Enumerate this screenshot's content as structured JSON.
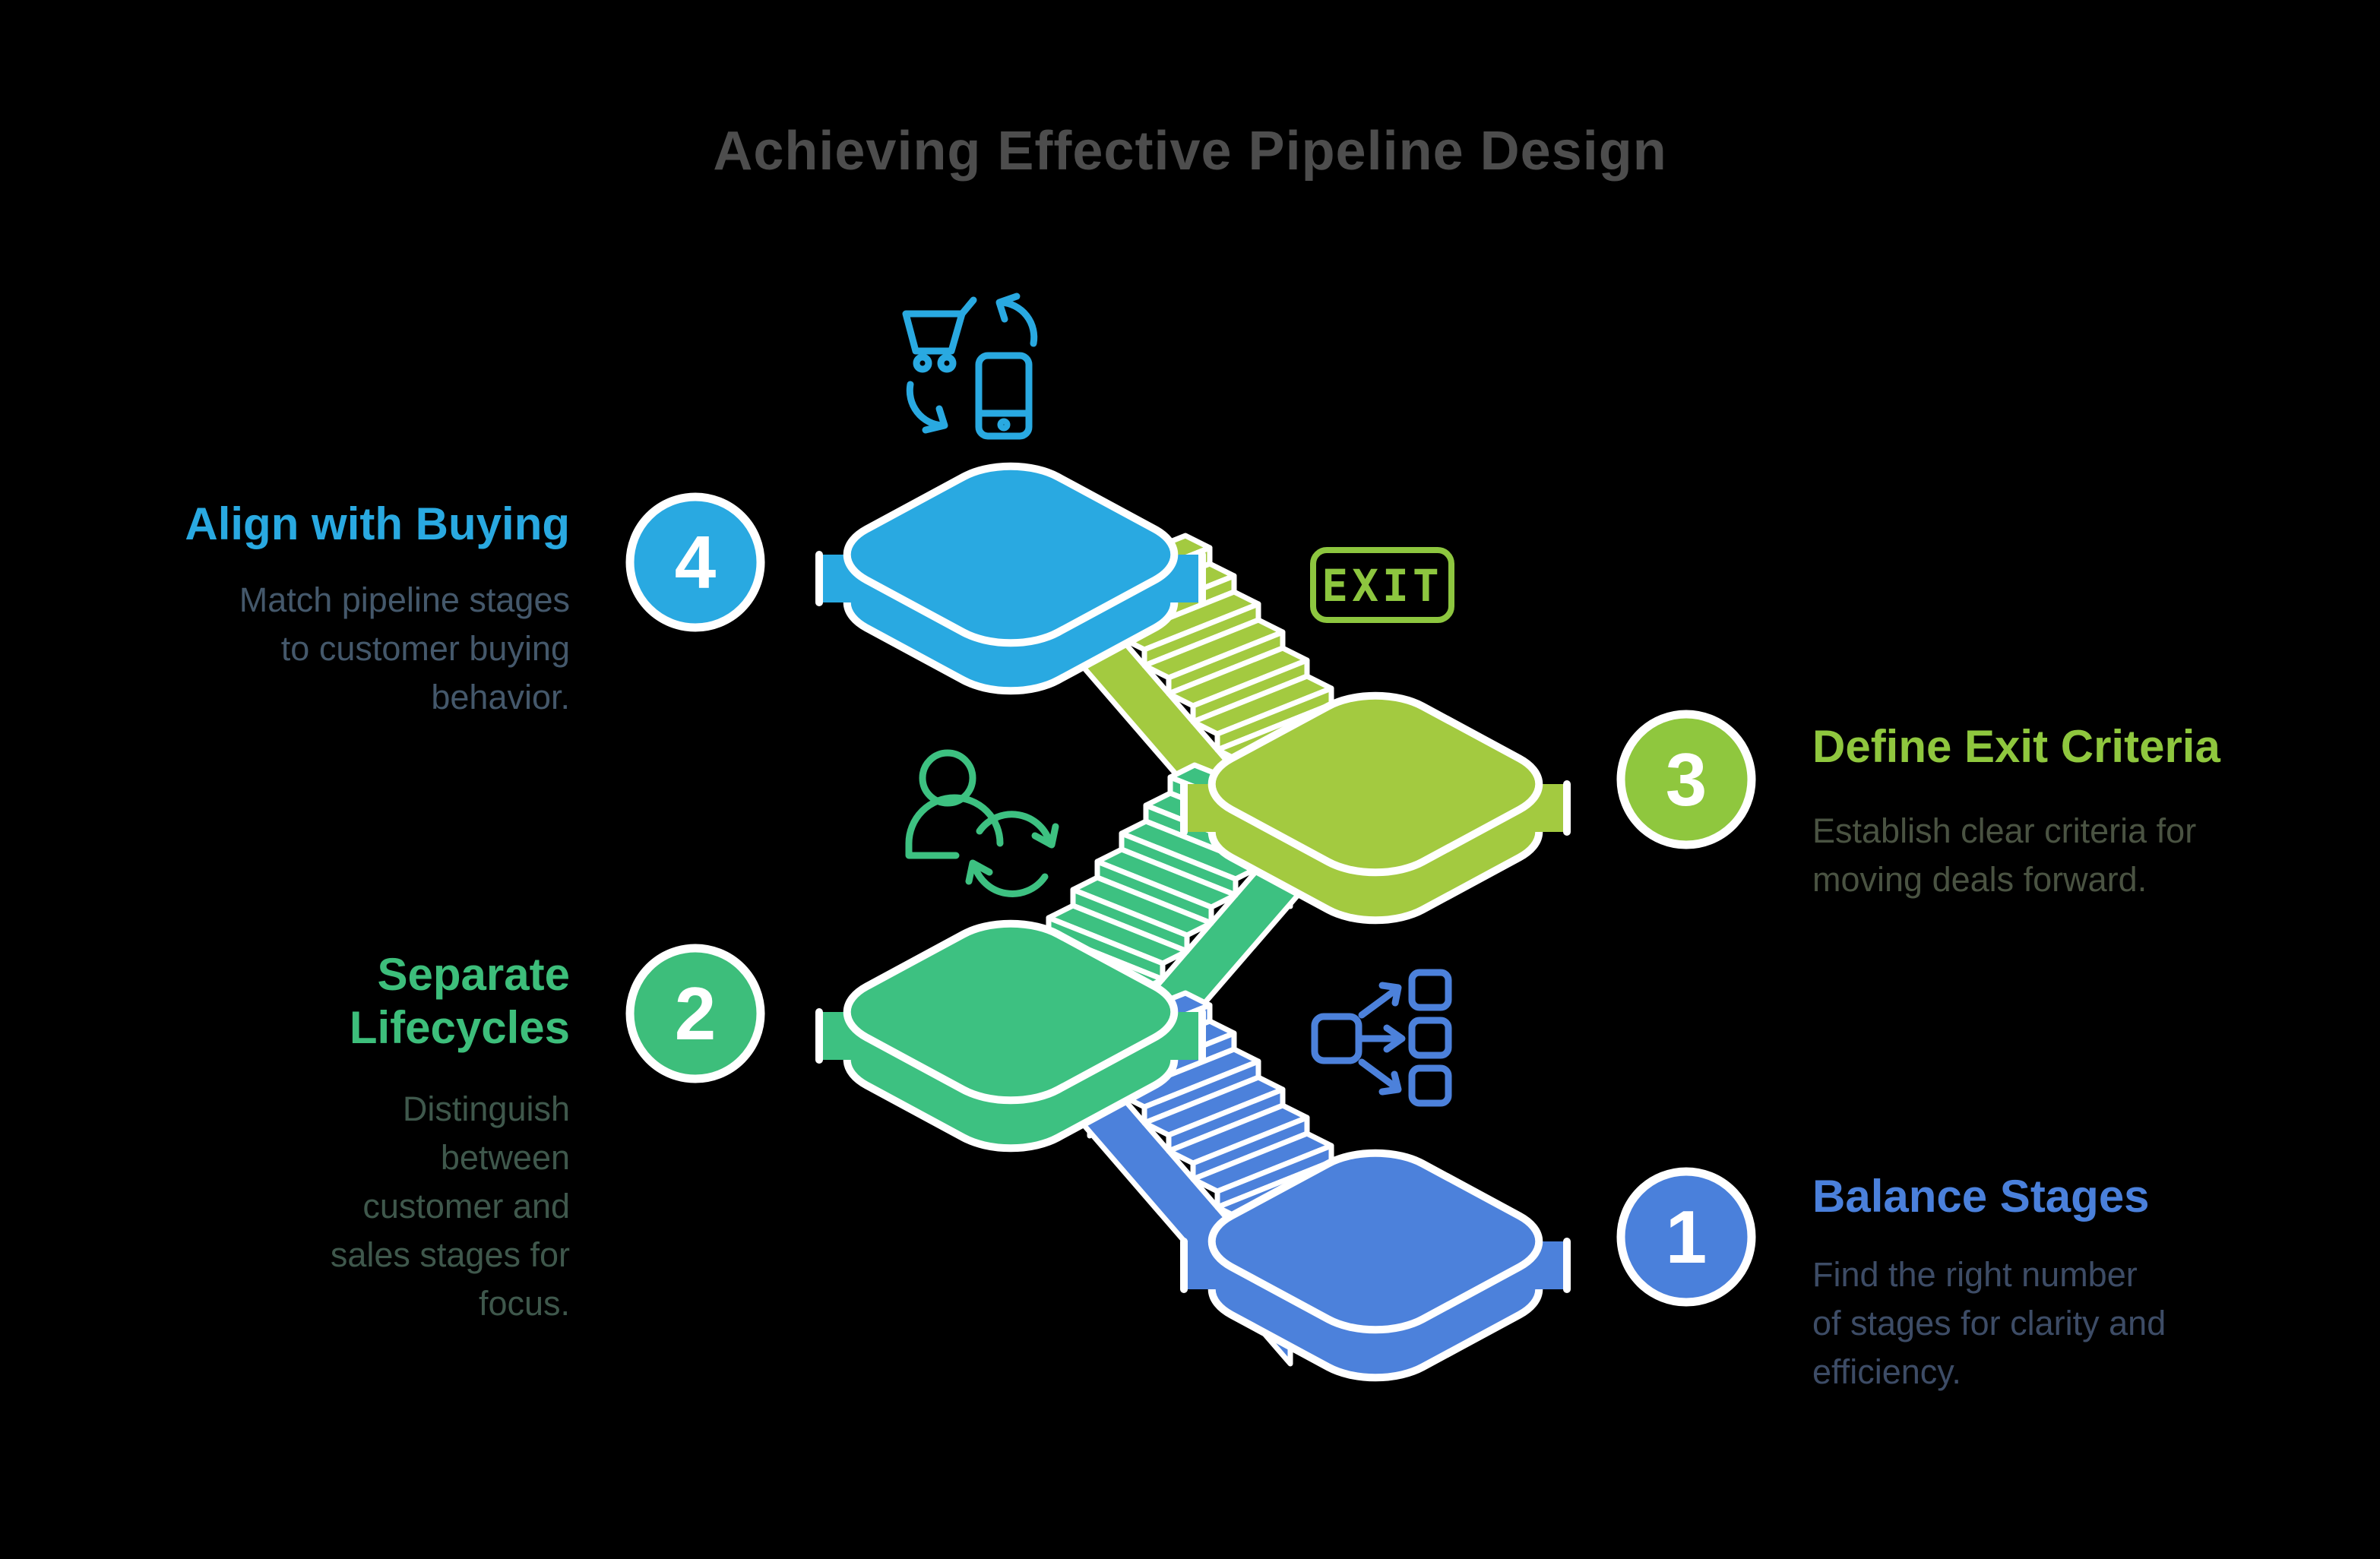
{
  "title": "Achieving Effective Pipeline Design",
  "exit_sign_label": "EXIT",
  "steps": [
    {
      "number": "1",
      "heading": "Balance Stages",
      "description": "Find the right number of stages for clarity and efficiency.",
      "color": "#4A80DB"
    },
    {
      "number": "2",
      "heading": "Separate Lifecycles",
      "description": "Distinguish between customer and sales stages for focus.",
      "color": "#3DBE7B"
    },
    {
      "number": "3",
      "heading": "Define Exit Criteria",
      "description": "Establish clear criteria for moving deals forward.",
      "color": "#8FC73E"
    },
    {
      "number": "4",
      "heading": "Align with Buying",
      "description": "Match pipeline stages to customer buying behavior.",
      "color": "#29A9E1"
    }
  ],
  "icons": {
    "step1": "distribution-icon",
    "step2": "person-sync-icon",
    "step3": "exit-sign",
    "step4": "cart-phone-sync-icon"
  },
  "colors": {
    "background": "#000000",
    "title_text": "#4D4D4D",
    "cyan": "#29A9E1",
    "lime": "#A3CA40",
    "lime_bright": "#8DC63F",
    "teal": "#3DC181",
    "blue": "#4C81DB",
    "muted_slate": "#3D4C66",
    "muted_green_gray": "#3F584C",
    "muted_olive": "#4A5342",
    "muted_blue_gray": "#44586B"
  }
}
